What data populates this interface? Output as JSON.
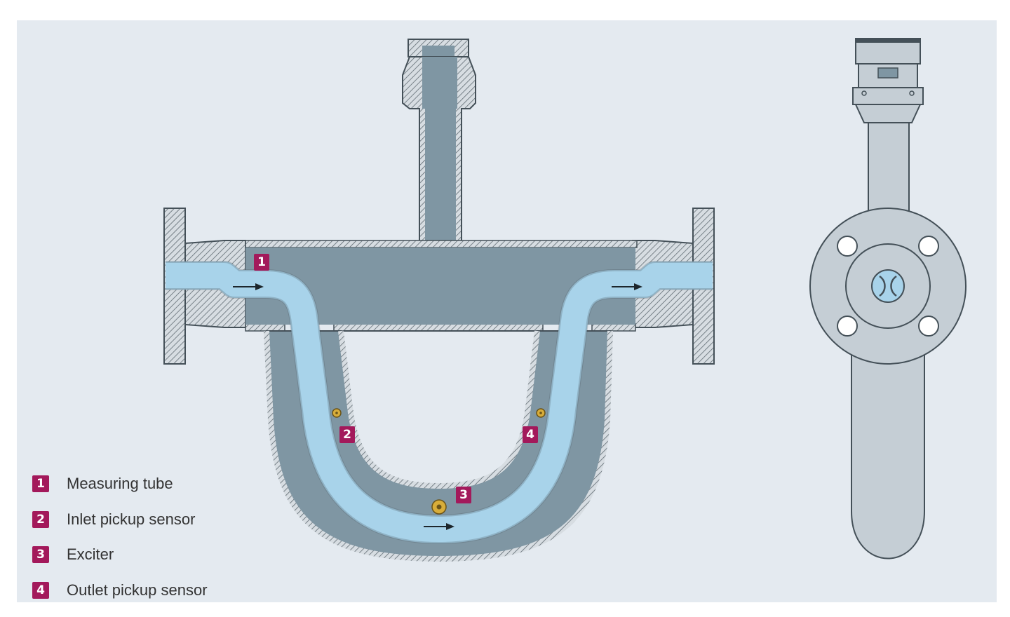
{
  "legend": [
    {
      "num": "1",
      "label": "Measuring tube"
    },
    {
      "num": "2",
      "label": "Inlet pickup sensor"
    },
    {
      "num": "3",
      "label": "Exciter"
    },
    {
      "num": "4",
      "label": "Outlet pickup sensor"
    }
  ],
  "callouts": {
    "c1": "1",
    "c2": "2",
    "c3": "3",
    "c4": "4"
  },
  "colors": {
    "background": "#e4eaf0",
    "housing": "#7f96a3",
    "fluid": "#a8d3ea",
    "hatching": "#8a949b",
    "badge": "#a3195b",
    "sensor": "#d8ad3a"
  }
}
